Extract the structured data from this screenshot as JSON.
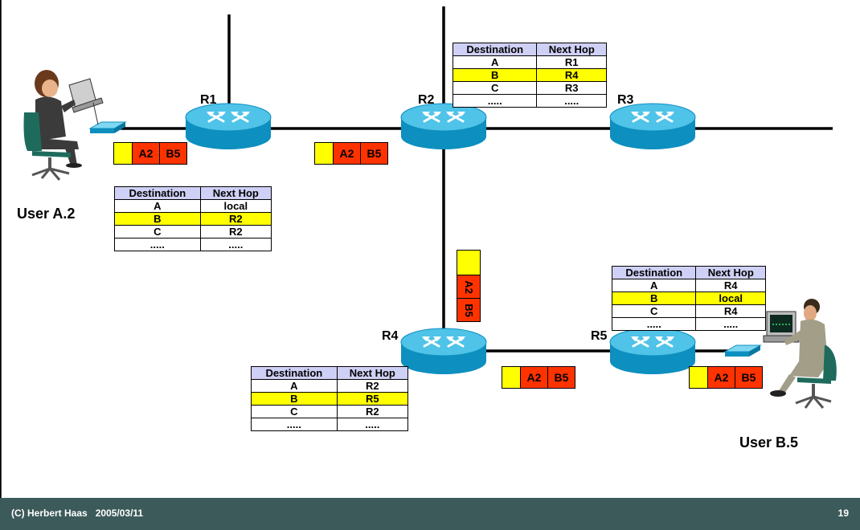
{
  "routers": [
    {
      "label": "R1"
    },
    {
      "label": "R2"
    },
    {
      "label": "R3"
    },
    {
      "label": "R4"
    },
    {
      "label": "R5"
    }
  ],
  "users": {
    "a": {
      "label": "User A.2"
    },
    "b": {
      "label": "User B.5"
    }
  },
  "tables": {
    "r1": {
      "headers": [
        "Destination",
        "Next Hop"
      ],
      "rows": [
        [
          "A",
          "local"
        ],
        [
          "B",
          "R2"
        ],
        [
          "C",
          "R2"
        ],
        [
          ".....",
          "....."
        ]
      ],
      "highlight_row": 1
    },
    "r2": {
      "headers": [
        "Destination",
        "Next Hop"
      ],
      "rows": [
        [
          "A",
          "R1"
        ],
        [
          "B",
          "R4"
        ],
        [
          "C",
          "R3"
        ],
        [
          ".....",
          "....."
        ]
      ],
      "highlight_row": 1
    },
    "r4": {
      "headers": [
        "Destination",
        "Next Hop"
      ],
      "rows": [
        [
          "A",
          "R2"
        ],
        [
          "B",
          "R5"
        ],
        [
          "C",
          "R2"
        ],
        [
          ".....",
          "....."
        ]
      ],
      "highlight_row": 1
    },
    "r5": {
      "headers": [
        "Destination",
        "Next Hop"
      ],
      "rows": [
        [
          "A",
          "R4"
        ],
        [
          "B",
          "local"
        ],
        [
          "C",
          "R4"
        ],
        [
          ".....",
          "....."
        ]
      ],
      "highlight_row": 1
    }
  },
  "packet": {
    "src": "A2",
    "dst": "B5"
  },
  "colors": {
    "router_top": "#4fc3e8",
    "router_side": "#0d8fbf",
    "packet_header": "#ffff00",
    "packet_field": "#ff3300",
    "table_header": "#cfd0f5",
    "highlight": "#ffff00",
    "footer_bg": "#3d5a5a"
  },
  "footer": {
    "left": "(C) Herbert Haas   2005/03/11",
    "page": "19"
  }
}
